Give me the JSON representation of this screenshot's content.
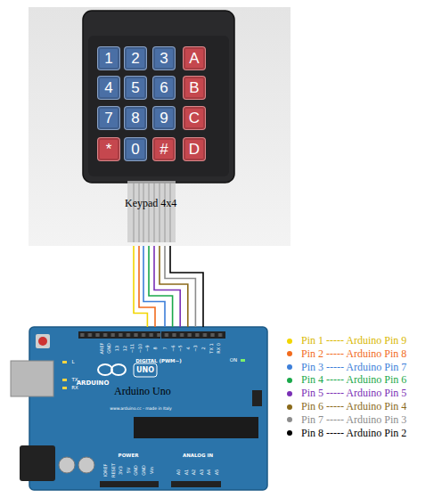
{
  "diagram": {
    "nodes": [
      {
        "text": [
          "Keypad 4x4"
        ]
      },
      {
        "text": [
          "1"
        ],
        "in": 0
      },
      {
        "text": [
          "2"
        ],
        "in": 0
      },
      {
        "text": [
          "3"
        ],
        "in": 0
      },
      {
        "text": [
          "A"
        ],
        "in": 0
      },
      {
        "text": [
          "4"
        ],
        "in": 0
      },
      {
        "text": [
          "5"
        ],
        "in": 0
      },
      {
        "text": [
          "6"
        ],
        "in": 0
      },
      {
        "text": [
          "B"
        ],
        "in": 0
      },
      {
        "text": [
          "7"
        ],
        "in": 0
      },
      {
        "text": [
          "8"
        ],
        "in": 0
      },
      {
        "text": [
          "9"
        ],
        "in": 0
      },
      {
        "text": [
          "C"
        ],
        "in": 0
      },
      {
        "text": [
          "*"
        ],
        "in": 0
      },
      {
        "text": [
          "0"
        ],
        "in": 0
      },
      {
        "text": [
          "#"
        ],
        "in": 0
      },
      {
        "text": [
          "D"
        ],
        "in": 0
      },
      {
        "text": [
          "Arduino Uno"
        ]
      }
    ],
    "edges": [
      {
        "from": 0,
        "to": 17,
        "arrow": "none"
      },
      {
        "from": 0,
        "to": 17,
        "arrow": "none"
      },
      {
        "from": 0,
        "to": 17,
        "arrow": "none"
      },
      {
        "from": 0,
        "to": 17,
        "arrow": "none"
      },
      {
        "from": 0,
        "to": 17,
        "arrow": "none"
      },
      {
        "from": 0,
        "to": 17,
        "arrow": "none"
      },
      {
        "from": 0,
        "to": 17,
        "arrow": "none"
      },
      {
        "from": 0,
        "to": 17,
        "arrow": "none"
      }
    ],
    "labels": [
      "DIGITAL (PWM~)",
      "ARDUINO",
      "UNO",
      "TX",
      "RX",
      "L",
      "ON",
      "AREF",
      "GND",
      "13",
      "12",
      "~11",
      "~10",
      "~9",
      "8",
      "7",
      "~6",
      "~5",
      "4",
      "~3",
      "2",
      "TX 1",
      "RX 0",
      "IOREF",
      "RESET",
      "3V3",
      "5V",
      "GND",
      "GND",
      "Vin",
      "POWER",
      "ANALOG IN",
      "A0",
      "A1",
      "A2",
      "A3",
      "A4",
      "A5",
      "www.arduino.cc - made in Italy"
    ],
    "legend": [
      {
        "text": "Pin 1 ----- Arduino Pin 9",
        "color": "#f2d600"
      },
      {
        "text": "Pin 2 ----- Arduino Pin 8",
        "color": "#f26b1d"
      },
      {
        "text": "Pin 3 ----- Arduino Pin 7",
        "color": "#3d7fd9"
      },
      {
        "text": "Pin 4 ----- Arduino Pin 6",
        "color": "#1aa84a"
      },
      {
        "text": "Pin 5 ----- Arduino Pin 5",
        "color": "#7a2fb5"
      },
      {
        "text": "Pin 6 ----- Arduino Pin 4",
        "color": "#8a6a1a"
      },
      {
        "text": "Pin 7 ----- Arduino Pin 3",
        "color": "#8c8c8c"
      },
      {
        "text": "Pin 8 ----- Arduino Pin 2",
        "color": "#000000"
      }
    ]
  }
}
